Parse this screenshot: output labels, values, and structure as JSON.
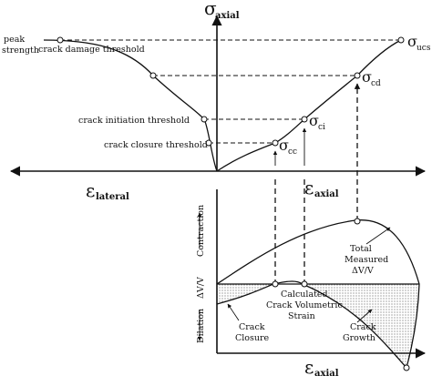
{
  "labels": {
    "sigma_axial_sym": "σ",
    "sigma_axial_sub": "axial",
    "eps_lateral_sym": "ε",
    "eps_lateral_sub": "lateral",
    "eps_axial_sym": "ε",
    "eps_axial_sub": "axial",
    "eps_axial2_sym": "ε",
    "eps_axial2_sub": "axial",
    "peak_strength_1": "peak",
    "peak_strength_2": "strength",
    "crack_damage": "crack damage threshold",
    "crack_initiation": "crack initiation threshold",
    "crack_closure": "crack closure threshold",
    "sigma_ucs_sym": "σ",
    "sigma_ucs_sub": "ucs",
    "sigma_cd_sym": "σ",
    "sigma_cd_sub": "cd",
    "sigma_ci_sym": "σ",
    "sigma_ci_sub": "ci",
    "sigma_cc_sym": "σ",
    "sigma_cc_sub": "cc",
    "contraction": "Contraction",
    "dv_over_v": "ΔV/V",
    "dilation": "Dilation",
    "total_1": "Total",
    "total_2": "Measured",
    "total_3": "ΔV/V",
    "calc_1": "Calculated",
    "calc_2": "Crack Volumetric",
    "calc_3": "Strain",
    "crack_closure_1": "Crack",
    "crack_closure_2": "Closure",
    "crack_growth_1": "Crack",
    "crack_growth_2": "Growth"
  }
}
